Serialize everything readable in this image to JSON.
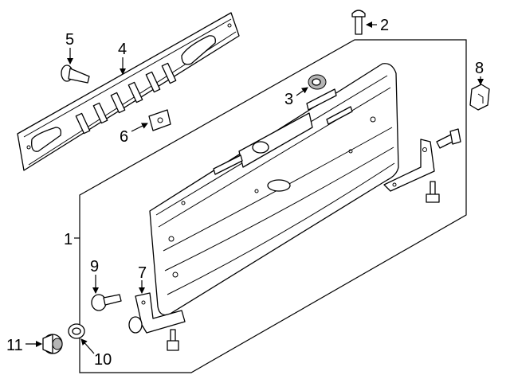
{
  "callouts": [
    {
      "num": "1"
    },
    {
      "num": "2"
    },
    {
      "num": "3"
    },
    {
      "num": "4"
    },
    {
      "num": "5"
    },
    {
      "num": "6"
    },
    {
      "num": "7"
    },
    {
      "num": "8"
    },
    {
      "num": "9"
    },
    {
      "num": "10"
    },
    {
      "num": "11"
    }
  ],
  "colors": {
    "line": "#000000",
    "background": "#ffffff",
    "shade": "#b5b5b5"
  }
}
